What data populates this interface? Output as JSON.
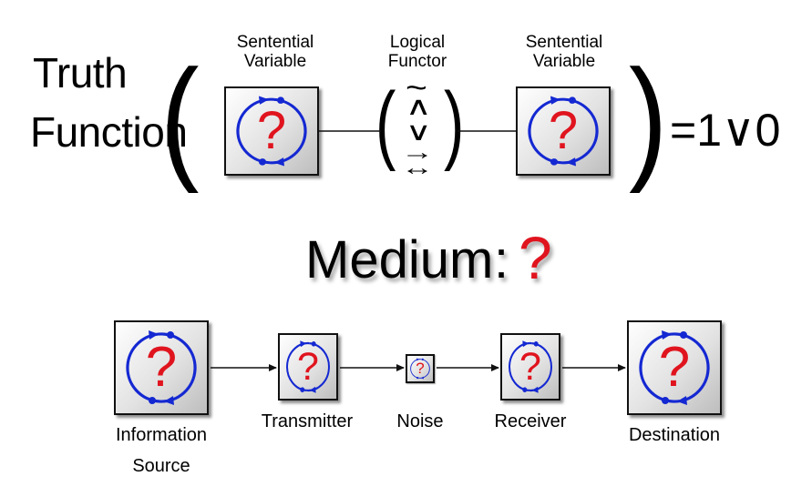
{
  "truth_function": {
    "title_line1": "Truth",
    "title_line2": "Function",
    "left_variable_label_line1": "Sentential",
    "left_variable_label_line2": "Variable",
    "functor_label_line1": "Logical",
    "functor_label_line2": "Functor",
    "right_variable_label_line1": "Sentential",
    "right_variable_label_line2": "Variable",
    "functor_symbols": [
      "~",
      "∧",
      "∨",
      "→",
      "↔"
    ],
    "equals_text": "=1∨0"
  },
  "medium": {
    "label": "Medium",
    "colon": ":",
    "unknown_mark": "?"
  },
  "communication_chain": {
    "nodes": [
      {
        "line1": "Information",
        "line2": "Source"
      },
      {
        "line1": "Transmitter",
        "line2": ""
      },
      {
        "line1": "Noise",
        "line2": ""
      },
      {
        "line1": "Receiver",
        "line2": ""
      },
      {
        "line1": "Destination",
        "line2": ""
      }
    ]
  },
  "symbol": {
    "question_mark": "?",
    "question_color": "#e0141e",
    "cycle_color": "#1428d2",
    "icon": "cycle-arrows-icon"
  }
}
